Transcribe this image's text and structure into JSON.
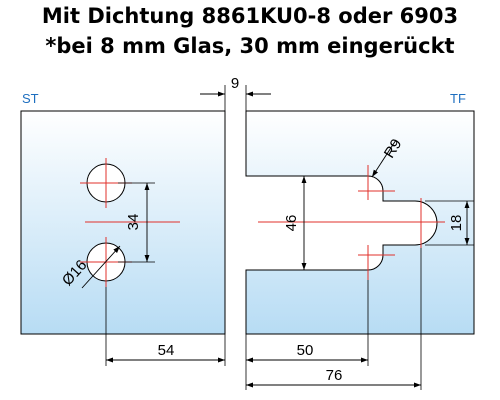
{
  "titles": {
    "line1": "Mit Dichtung 8861KU0-8 oder 6903",
    "line2": "*bei 8 mm Glas, 30 mm eingerückt"
  },
  "panels": {
    "left_label": "ST",
    "right_label": "TF"
  },
  "dimensions": {
    "gap": "9",
    "hole_spacing": "34",
    "hole_diameter": "Ø16",
    "left_offset": "54",
    "cutout_height": "46",
    "cutout_depth_inner": "50",
    "cutout_depth_outer": "76",
    "radius": "R9",
    "slot_width": "18"
  },
  "colors": {
    "glass_top": "#ffffff",
    "glass_bottom": "#b7dcf4",
    "outline": "#000000",
    "centerline": "#e0312b",
    "label": "#1e6fc0"
  }
}
